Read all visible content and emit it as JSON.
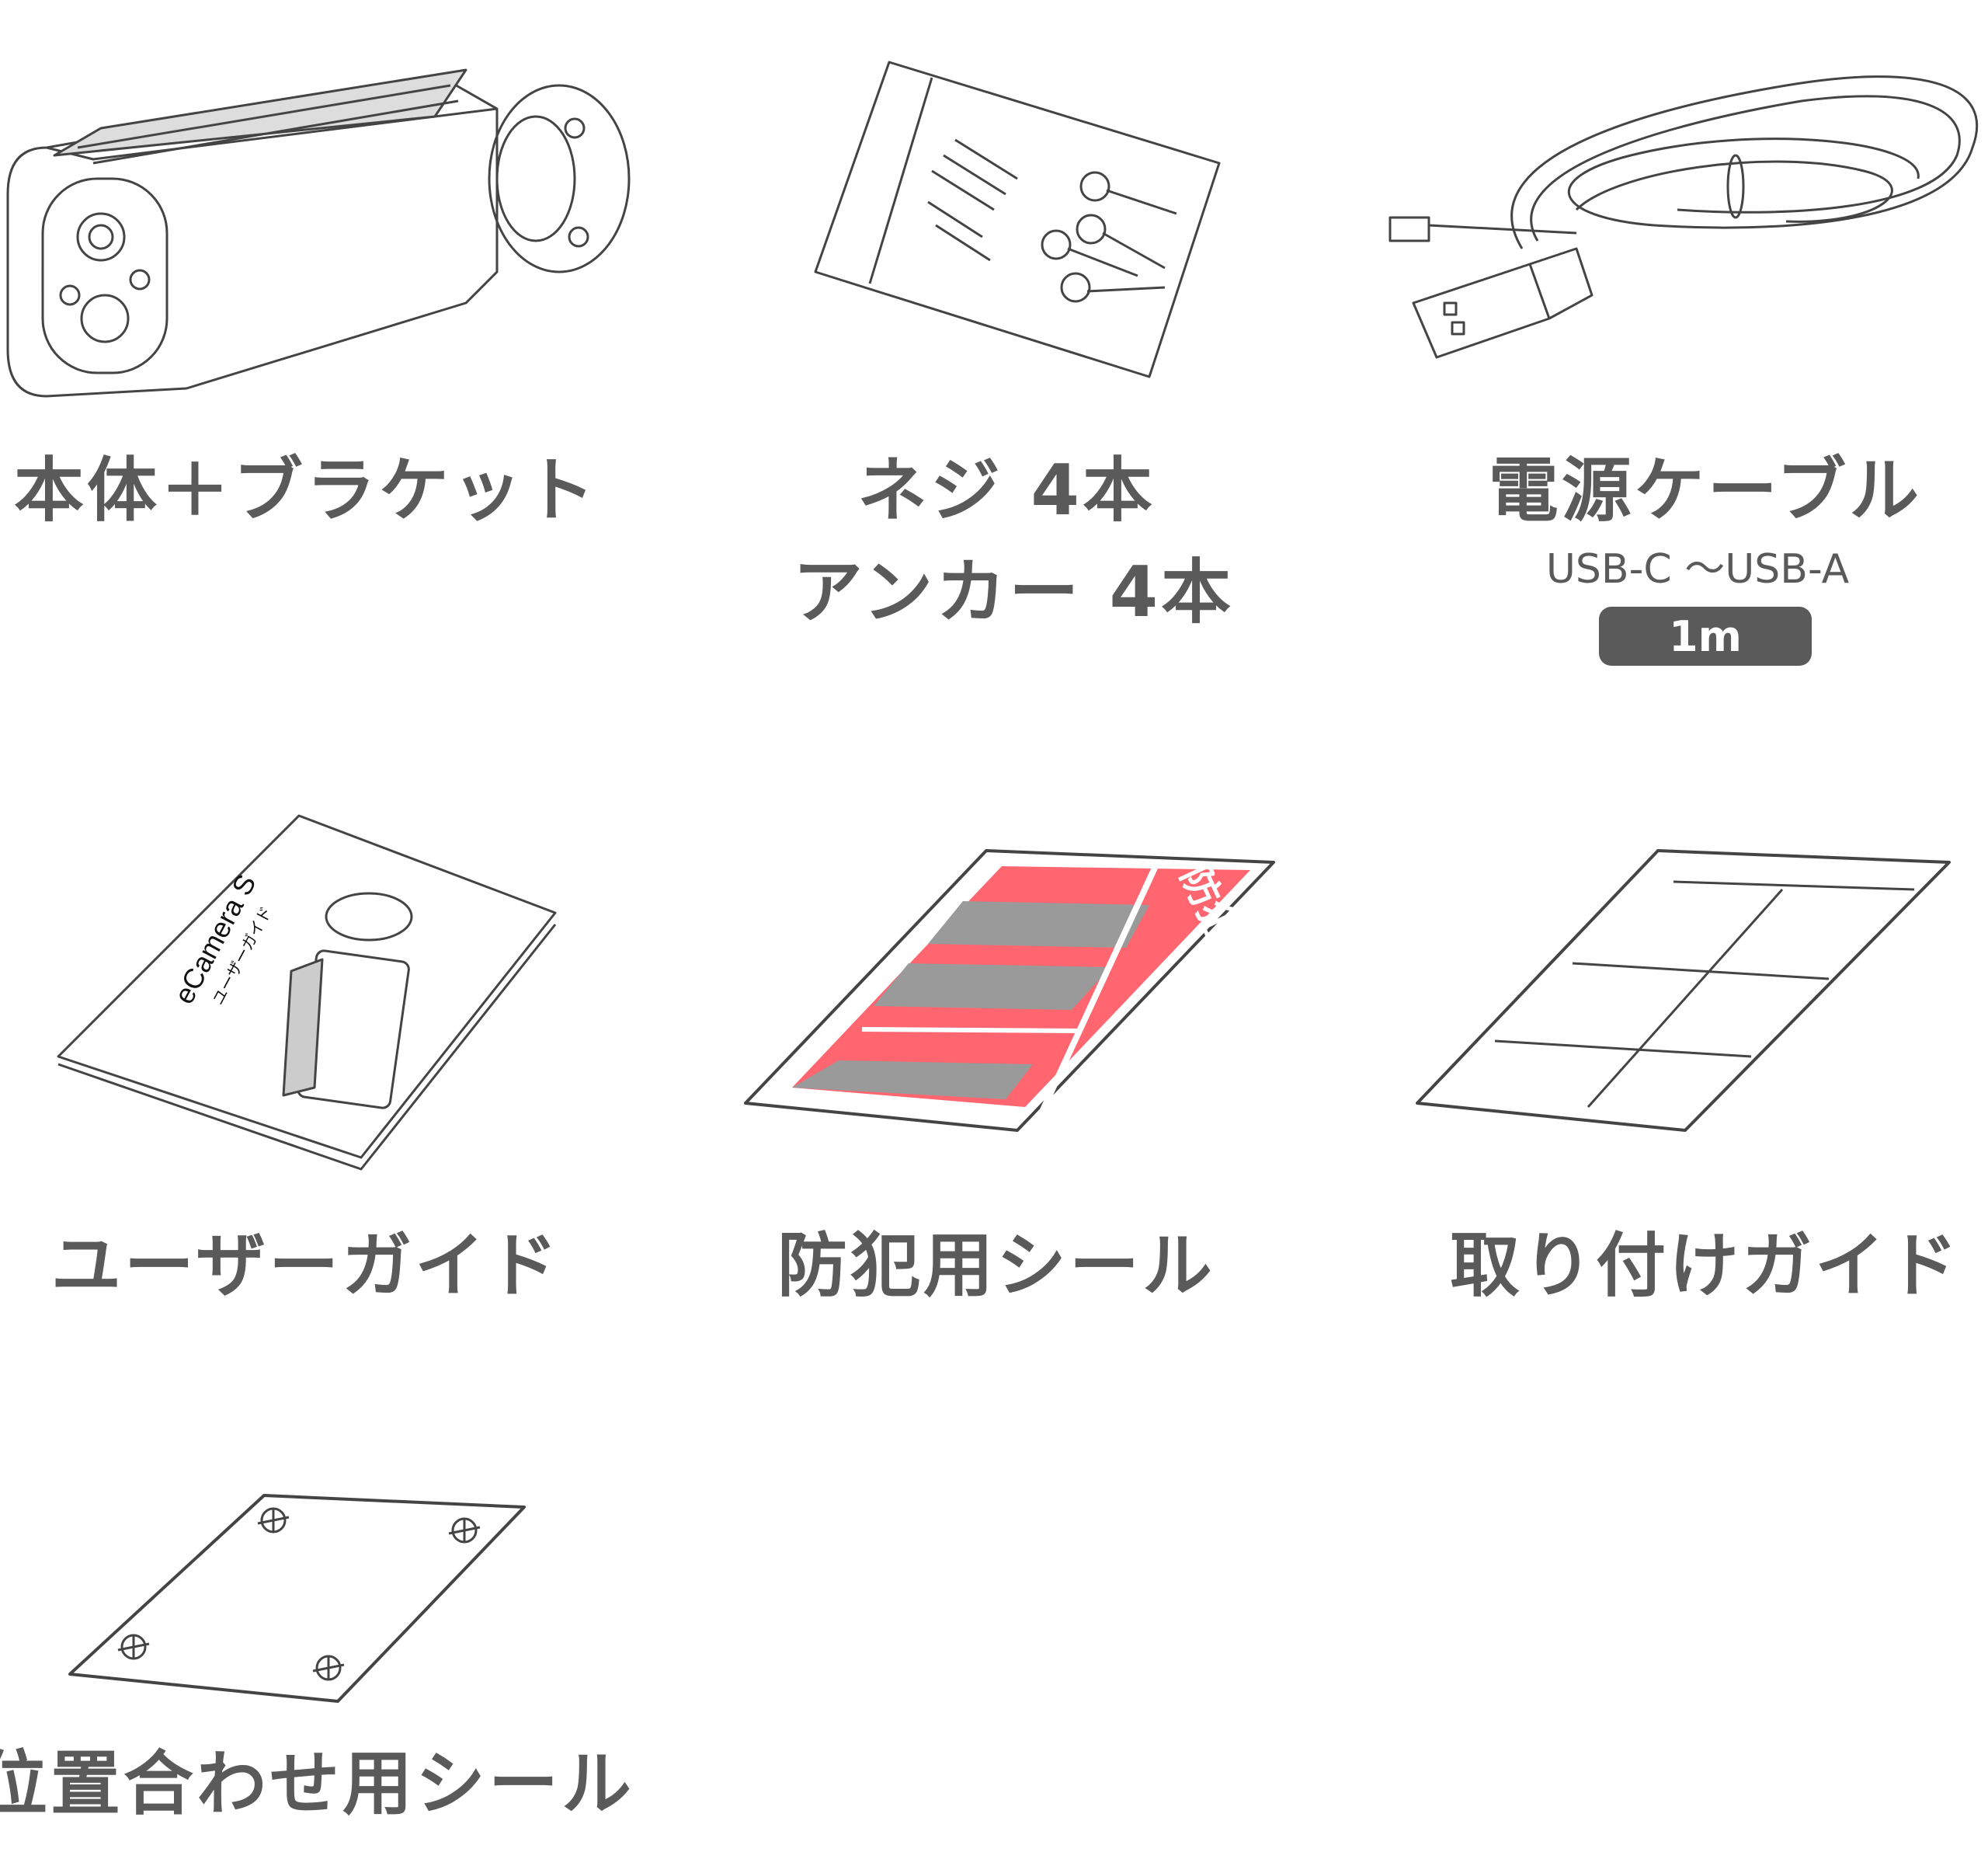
{
  "items": [
    {
      "label": "本体＋ブラケット",
      "icon": "camera-with-bracket-illustration"
    },
    {
      "label": "ネジ 4本",
      "label2": "アンカー 4本",
      "icon": "screws-and-anchors-bag-illustration"
    },
    {
      "label": "電源ケーブル",
      "spec": "USB-C 〜USB-A",
      "length": "1m",
      "icon": "usb-cable-illustration"
    },
    {
      "label": "ユーザーガイド",
      "icon": "user-guide-booklet-illustration",
      "cover_title": "eCamera S",
      "cover_subtitle": "ユーザーガイド"
    },
    {
      "label": "防犯用シール",
      "icon": "security-sticker-illustration",
      "sticker_text": "防犯カメラ作動中"
    },
    {
      "label": "取り付けガイド",
      "icon": "mounting-guide-sheet-illustration"
    },
    {
      "label": "位置合わせ用シール",
      "icon": "alignment-sticker-illustration"
    }
  ],
  "colors": {
    "text": "#5a5a5a",
    "sticker_red": "#ff6670",
    "sticker_gray": "#9a9a9a",
    "mark_red": "#e02020"
  }
}
